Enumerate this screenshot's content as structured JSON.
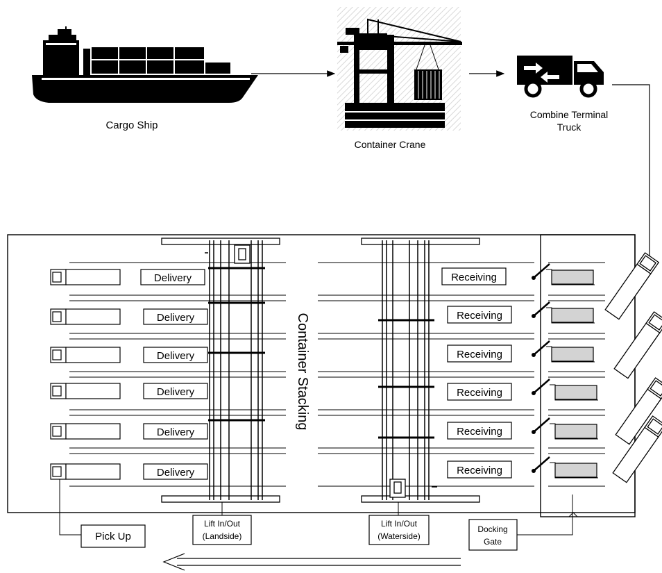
{
  "title_items": {
    "cargo_ship": "Cargo Ship",
    "container_crane": "Container Crane",
    "truck_line1": "Combine Terminal",
    "truck_line2": "Truck"
  },
  "yard": {
    "stacking_label": "Container Stacking",
    "delivery_labels": [
      "Delivery",
      "Delivery",
      "Delivery",
      "Delivery",
      "Delivery",
      "Delivery"
    ],
    "receiving_labels": [
      "Receiving",
      "Receiving",
      "Receiving",
      "Receiving",
      "Receiving",
      "Receiving"
    ]
  },
  "callouts": {
    "pick_up": "Pick Up",
    "lift_landside_line1": "Lift In/Out",
    "lift_landside_line2": "(Landside)",
    "lift_waterside_line1": "Lift In/Out",
    "lift_waterside_line2": "(Waterside)",
    "docking_line1": "Docking",
    "docking_line2": "Gate"
  },
  "colors": {
    "stroke": "#000000",
    "gate_fill": "#d3d3d3",
    "crane_bg": "#e8e8e8"
  }
}
